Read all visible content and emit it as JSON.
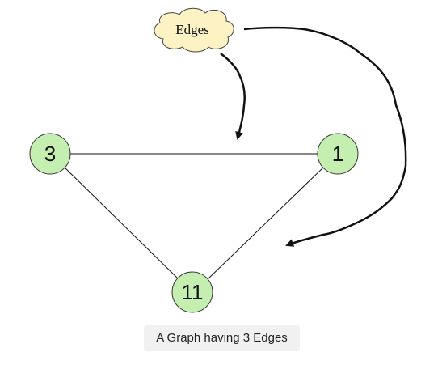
{
  "diagram": {
    "annotation": "Edges",
    "nodes": [
      {
        "id": "n3",
        "label": "3"
      },
      {
        "id": "n1",
        "label": "1"
      },
      {
        "id": "n11",
        "label": "11"
      }
    ],
    "edges": [
      {
        "from": "3",
        "to": "1"
      },
      {
        "from": "3",
        "to": "11"
      },
      {
        "from": "1",
        "to": "11"
      }
    ],
    "caption": "A Graph having 3 Edges"
  },
  "colors": {
    "node_fill": "#c5eeb1",
    "node_stroke": "#333333",
    "cloud_fill": "#fdf2c4",
    "edge": "#111111"
  }
}
